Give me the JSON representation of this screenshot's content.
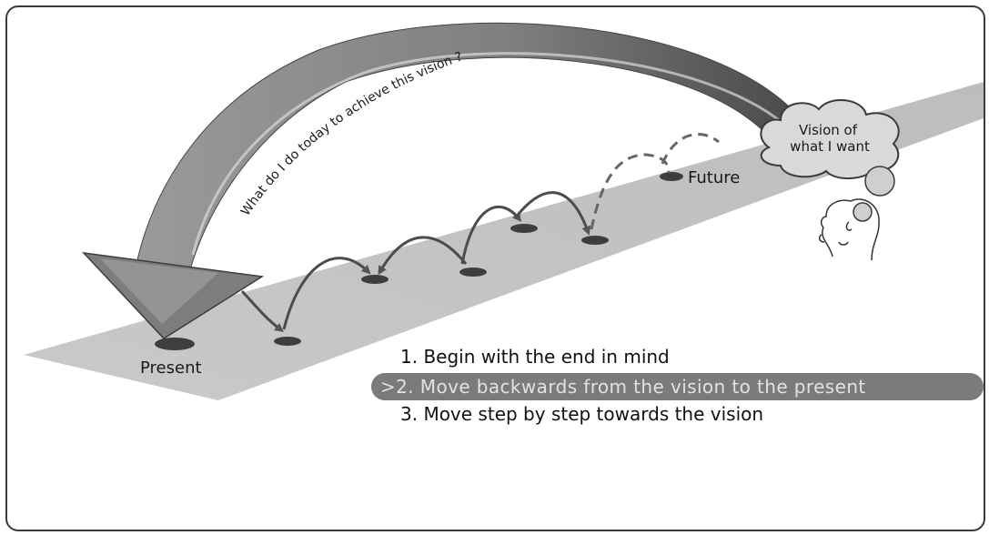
{
  "arc_caption": "What do I do today to achieve this vision ?",
  "cloud_text": [
    "Vision of",
    "what I want"
  ],
  "labels": {
    "present": "Present",
    "future": "Future"
  },
  "steps": [
    "1. Begin with the end in mind",
    ">2. Move backwards from the vision to the present",
    "3. Move step by step towards the vision"
  ],
  "highlighted_step": 2,
  "colors": {
    "path": "#c4c4c4",
    "arc": "#8a8a8a",
    "arc_dark": "#555555",
    "highlight_pill": "#7b7b7b",
    "highlight_text": "#e2e2e2"
  }
}
